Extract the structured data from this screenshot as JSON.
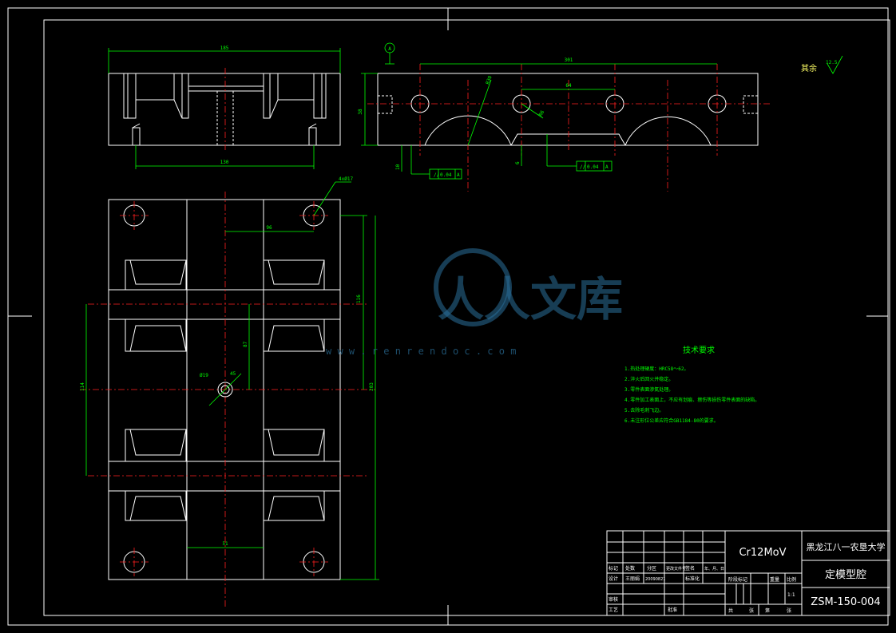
{
  "dimensions": {
    "side_width": "185",
    "side_inner": "130",
    "top_length": "301",
    "top_inner": "64",
    "top_height": "38",
    "radius_1": "R30",
    "radius_2": "R6",
    "small_1": "10",
    "small_2": "6",
    "hole_spec": "4xØ17",
    "plan_h1": "96",
    "plan_v1": "116",
    "plan_v2": "87",
    "plan_v3": "114",
    "plan_v4": "203",
    "plan_bottom": "51",
    "center_hole": "Ø19",
    "center_angle": "45",
    "tol_1": "0.04",
    "tol_1_ref": "A",
    "tol_2": "0.04",
    "tol_2_ref": "A",
    "datum": "A"
  },
  "roughness": {
    "label": "其余",
    "value": "12.5"
  },
  "tech": {
    "title": "技术要求",
    "items": [
      "1.热处理硬度：HRC58～62。",
      "2.淬火后回火并稳定。",
      "3.零件表面渗氮处理。",
      "4.零件加工表面上，不应有划痕、擦伤等损伤零件表面的缺陷。",
      "5.去除毛刺飞边。",
      "6.未注形位公差应符合GB1184-80的要求。"
    ]
  },
  "title_block": {
    "material": "Cr12MoV",
    "school": "黑龙江八一农垦大学",
    "part_name": "定模型腔",
    "drawing_no": "ZSM-150-004",
    "row_headers": [
      "标记",
      "处数",
      "分区",
      "更改文件号",
      "签名",
      "年、月、日"
    ],
    "design_label": "设计",
    "designer": "王丽娟",
    "design_date": "20090821",
    "standard_label": "标准化",
    "review_label": "审核",
    "process_label": "工艺",
    "approve_label": "批准",
    "stage_label": "阶段标记",
    "weight_label": "重量",
    "scale_label": "比例",
    "scale": "1:1",
    "sheets_total": "共",
    "sheets_total_unit": "张",
    "sheet_no": "第",
    "sheet_no_unit": "张"
  },
  "watermark": {
    "text": "人人文库",
    "url": "w w w . r e n r e n d o c . c o m"
  }
}
